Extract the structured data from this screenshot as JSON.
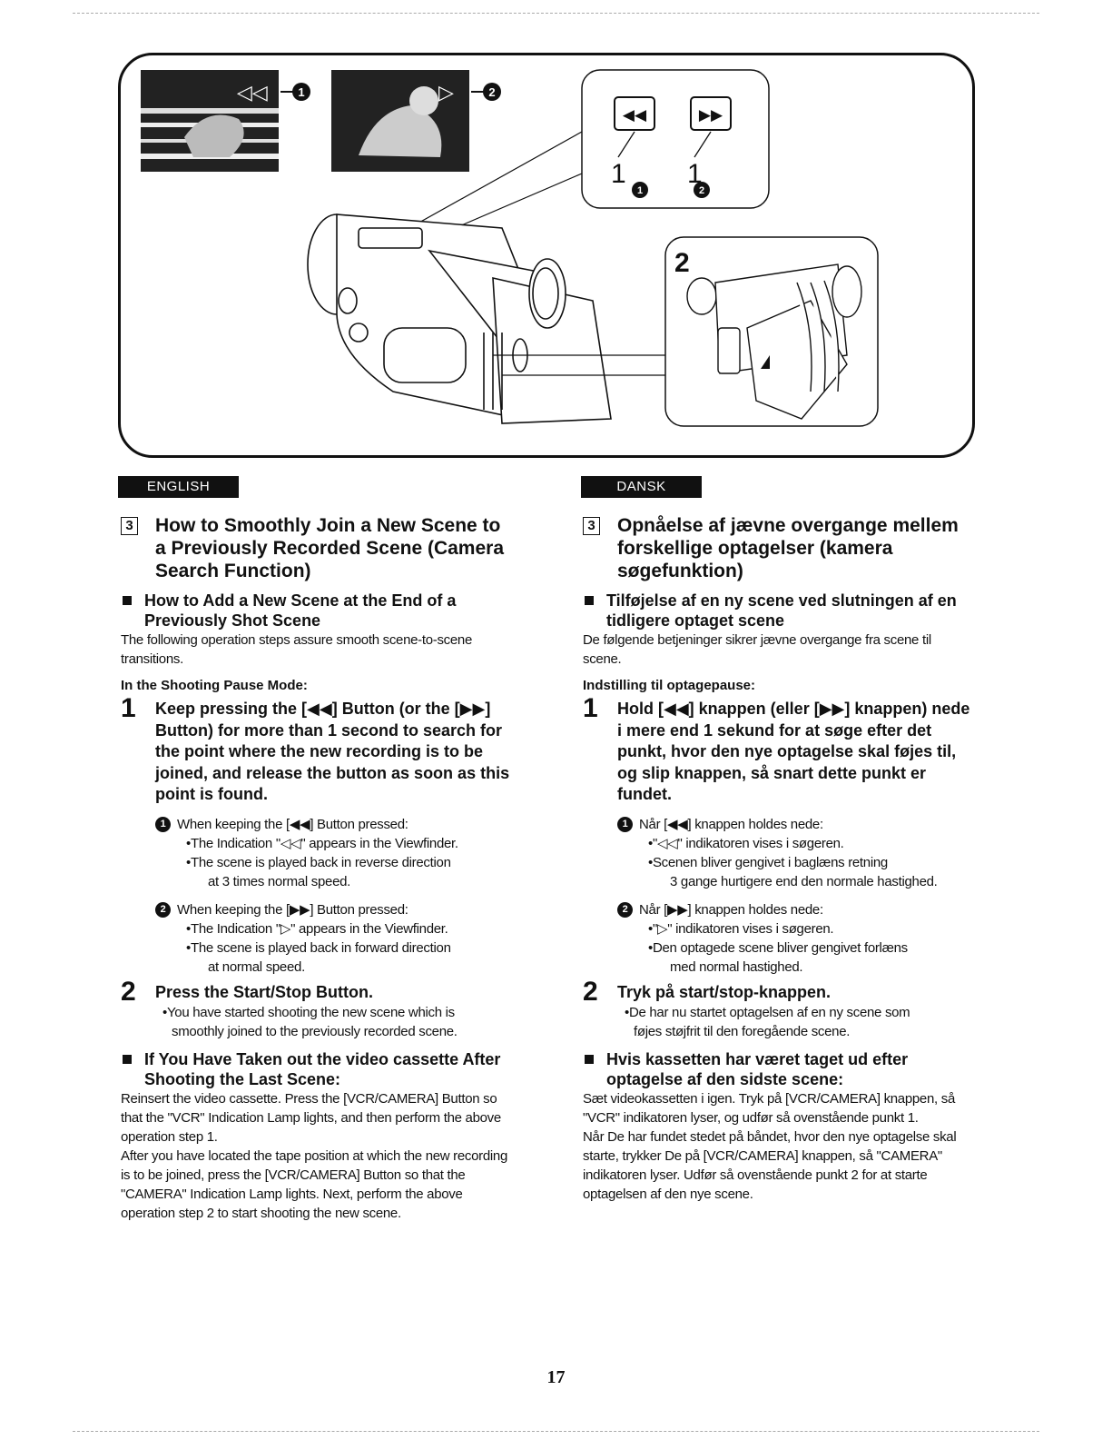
{
  "illustration": {
    "marker_1": "1",
    "marker_2": "2",
    "step_2_label": "2",
    "screen_1_symbol": "◁◁",
    "screen_2_symbol": "▷",
    "rew_symbol": "◀◀",
    "ff_symbol": "▶▶"
  },
  "english": {
    "tag": "ENGLISH",
    "section_num": "3",
    "heading": "How to Smoothly Join a New Scene to a Previously Recorded Scene (Camera Search Function)",
    "sub_heading_1": "How to Add a New Scene at the End of a Previously Shot Scene",
    "intro": "The following operation steps assure smooth scene-to-scene transitions.",
    "mode": "In the Shooting Pause Mode:",
    "step1_num": "1",
    "step1": "Keep pressing the [◀◀] Button (or the [▶▶] Button) for more than 1 second to search for the point where the new recording is to be joined, and release the button as soon as this point is found.",
    "sub1_head": "When keeping the [◀◀] Button pressed:",
    "sub1_b1": "•The Indication \"◁◁\" appears in the Viewfinder.",
    "sub1_b2": "•The scene is played back in reverse direction",
    "sub1_b2b": "at 3 times normal speed.",
    "sub2_head": "When keeping the [▶▶] Button pressed:",
    "sub2_b1": "•The Indication \"▷\" appears in the Viewfinder.",
    "sub2_b2": "•The scene is played back in forward direction",
    "sub2_b2b": "at normal speed.",
    "step2_num": "2",
    "step2": "Press the Start/Stop Button.",
    "step2_b1": "•You have started shooting the new scene which is",
    "step2_b1b": "smoothly joined to the previously recorded scene.",
    "sub_heading_2": "If You Have Taken out the video cassette After Shooting the Last Scene:",
    "para1": "Reinsert the video cassette. Press the [VCR/CAMERA] Button so that the \"VCR\" Indication Lamp lights, and then perform the above operation step 1.",
    "para2": "After you have located the tape position at which the new recording is to be joined, press the [VCR/CAMERA] Button so that the \"CAMERA\" Indication Lamp lights. Next, perform the above operation step 2 to start shooting the new scene."
  },
  "dansk": {
    "tag": "DANSK",
    "section_num": "3",
    "heading": "Opnåelse af jævne overgange mellem forskellige optagelser (kamera søgefunktion)",
    "sub_heading_1": "Tilføjelse af en ny scene ved slutningen af en tidligere optaget scene",
    "intro": "De følgende betjeninger sikrer jævne overgange fra scene til scene.",
    "mode": "Indstilling til optagepause:",
    "step1_num": "1",
    "step1": "Hold [◀◀] knappen (eller [▶▶] knappen) nede i mere end 1 sekund for at søge efter det punkt, hvor den nye optagelse skal føjes til, og slip knappen, så snart dette punkt er fundet.",
    "sub1_head": "Når [◀◀] knappen holdes nede:",
    "sub1_b1": "•\"◁◁\" indikatoren vises i søgeren.",
    "sub1_b2": "•Scenen bliver gengivet i baglæns retning",
    "sub1_b2b": "3 gange hurtigere end den normale hastighed.",
    "sub2_head": "Når [▶▶] knappen holdes nede:",
    "sub2_b1": "•\"▷\" indikatoren vises i søgeren.",
    "sub2_b2": "•Den optagede scene bliver gengivet forlæns",
    "sub2_b2b": "med normal hastighed.",
    "step2_num": "2",
    "step2": "Tryk på start/stop-knappen.",
    "step2_b1": "•De har nu startet optagelsen af en ny scene som",
    "step2_b1b": "føjes støjfrit til den foregående scene.",
    "sub_heading_2": "Hvis kassetten har været taget ud efter optagelse af den sidste scene:",
    "para1": "Sæt videokassetten i igen. Tryk på [VCR/CAMERA] knappen, så \"VCR\" indikatoren lyser, og udfør så ovenstående punkt 1.",
    "para2": "Når De har fundet stedet på båndet, hvor den nye optagelse skal starte, trykker De på [VCR/CAMERA] knappen, så \"CAMERA\" indikatoren lyser. Udfør så ovenstående punkt 2 for at starte optagelsen af den nye scene."
  },
  "page_number": "17"
}
